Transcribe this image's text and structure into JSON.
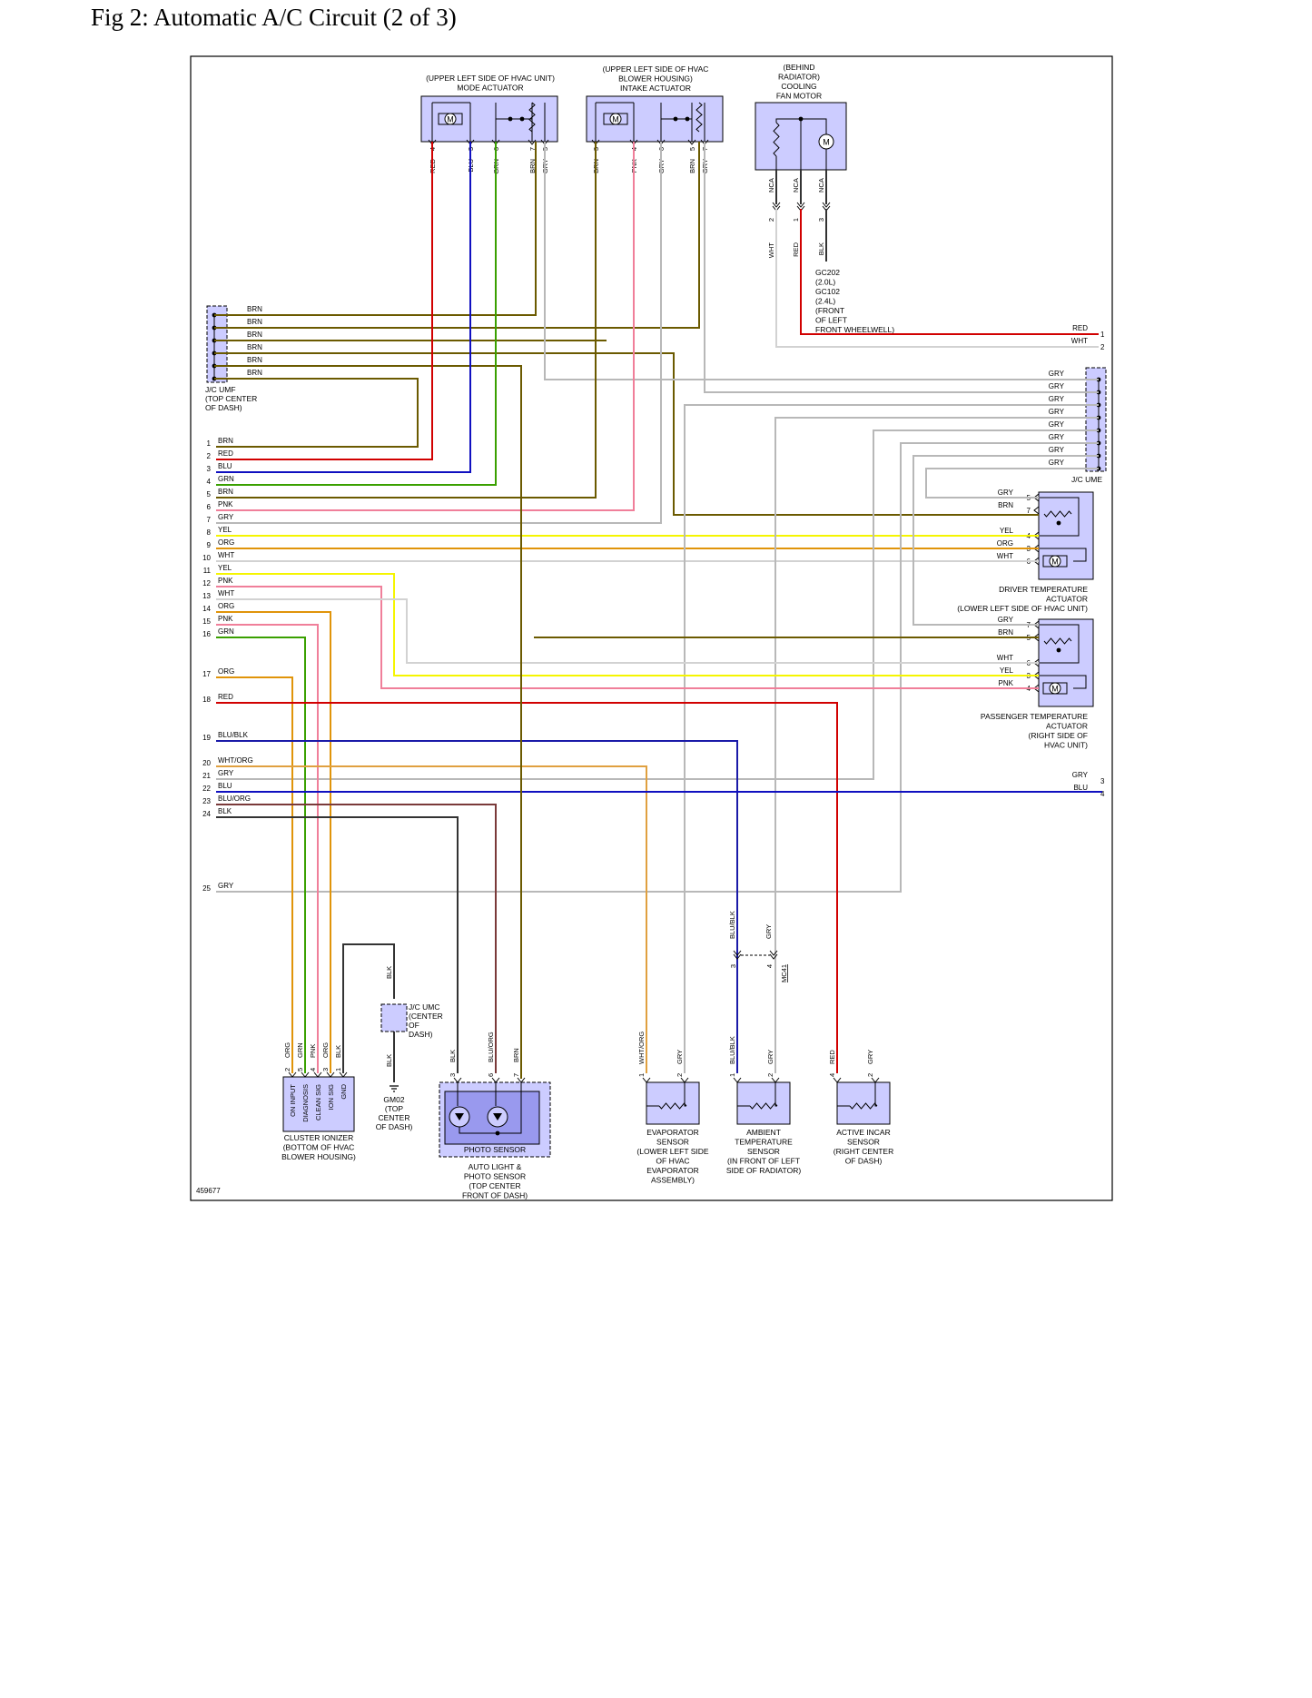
{
  "title": "Fig 2: Automatic A/C Circuit (2 of 3)",
  "figure_id": "459677",
  "colors": {
    "BRN": "#6b5a00",
    "RED": "#d10000",
    "BLU": "#1010c0",
    "GRN": "#3aa000",
    "PNK": "#f07f9a",
    "GRY": "#b8b8b8",
    "YEL": "#f5f500",
    "ORG": "#e0940a",
    "WHT": "#d2d2d2",
    "BLK": "#333333",
    "BLU/BLK": "#1a1aa8",
    "WHT/ORG": "#e0a040",
    "BLU/ORG": "#7a3a3a",
    "NCA": "#333333",
    "component_fill": "#ccccff"
  },
  "components": {
    "mode_actuator": [
      "(UPPER LEFT SIDE OF HVAC UNIT)",
      "MODE ACTUATOR"
    ],
    "intake_actuator": [
      "(UPPER LEFT SIDE OF HVAC",
      "BLOWER HOUSING)",
      "INTAKE ACTUATOR"
    ],
    "cooling_fan": [
      "(BEHIND",
      "RADIATOR)",
      "COOLING",
      "FAN MOTOR"
    ],
    "ground_gc": [
      "GC202",
      "(2.0L)",
      "GC102",
      "(2.4L)",
      "(FRONT",
      "OF LEFT",
      "FRONT WHEELWELL)"
    ],
    "jc_umf": [
      "J/C UMF",
      "(TOP CENTER",
      "OF DASH)"
    ],
    "jc_ume": [
      "J/C UME"
    ],
    "driver_temp": [
      "DRIVER TEMPERATURE",
      "ACTUATOR",
      "(LOWER LEFT SIDE OF HVAC UNIT)"
    ],
    "pass_temp": [
      "PASSENGER TEMPERATURE",
      "ACTUATOR",
      "(RIGHT SIDE OF",
      "HVAC UNIT)"
    ],
    "jc_umc": [
      "J/C UMC",
      "(CENTER",
      "OF",
      "DASH)"
    ],
    "gm02": [
      "GM02",
      "(TOP",
      "CENTER",
      "OF DASH)"
    ],
    "cluster_ionizer": [
      "CLUSTER IONIZER",
      "(BOTTOM OF HVAC",
      "BLOWER HOUSING)"
    ],
    "cluster_pins": [
      "ON INPUT",
      "DIAGNOSIS",
      "CLEAN SIG",
      "ION SIG",
      "GND"
    ],
    "photo_sensor_inner": [
      "PHOTO SENSOR"
    ],
    "auto_light": [
      "AUTO LIGHT &",
      "PHOTO SENSOR",
      "(TOP CENTER",
      "FRONT OF DASH)"
    ],
    "evap_sensor": [
      "EVAPORATOR",
      "SENSOR",
      "(LOWER LEFT SIDE",
      "OF HVAC",
      "EVAPORATOR",
      "ASSEMBLY)"
    ],
    "ambient_sensor": [
      "AMBIENT",
      "TEMPERATURE",
      "SENSOR",
      "(IN FRONT OF LEFT",
      "SIDE OF RADIATOR)"
    ],
    "incar_sensor": [
      "ACTIVE INCAR",
      "SENSOR",
      "(RIGHT CENTER",
      "OF DASH)"
    ],
    "mc41": "MC41"
  },
  "left_connector": [
    {
      "n": "1",
      "w": "BRN"
    },
    {
      "n": "2",
      "w": "RED"
    },
    {
      "n": "3",
      "w": "BLU"
    },
    {
      "n": "4",
      "w": "GRN"
    },
    {
      "n": "5",
      "w": "BRN"
    },
    {
      "n": "6",
      "w": "PNK"
    },
    {
      "n": "7",
      "w": "GRY"
    },
    {
      "n": "8",
      "w": "YEL"
    },
    {
      "n": "9",
      "w": "ORG"
    },
    {
      "n": "10",
      "w": "WHT"
    },
    {
      "n": "11",
      "w": "YEL"
    },
    {
      "n": "12",
      "w": "PNK"
    },
    {
      "n": "13",
      "w": "WHT"
    },
    {
      "n": "14",
      "w": "ORG"
    },
    {
      "n": "15",
      "w": "PNK"
    },
    {
      "n": "16",
      "w": "GRN"
    },
    {
      "n": "17",
      "w": "ORG"
    },
    {
      "n": "18",
      "w": "RED"
    },
    {
      "n": "19",
      "w": "BLU/BLK"
    },
    {
      "n": "20",
      "w": "WHT/ORG"
    },
    {
      "n": "21",
      "w": "GRY"
    },
    {
      "n": "22",
      "w": "BLU"
    },
    {
      "n": "23",
      "w": "BLU/ORG"
    },
    {
      "n": "24",
      "w": "BLK"
    },
    {
      "n": "25",
      "w": "GRY"
    }
  ],
  "umf_wires": [
    "BRN",
    "BRN",
    "BRN",
    "BRN",
    "BRN",
    "BRN"
  ],
  "ume_wires": [
    "GRY",
    "GRY",
    "GRY",
    "GRY",
    "GRY",
    "GRY",
    "GRY",
    "GRY"
  ],
  "right_connector": [
    {
      "n": "1",
      "w": "RED"
    },
    {
      "n": "2",
      "w": "WHT"
    },
    {
      "n": "3",
      "w": "GRY"
    },
    {
      "n": "4",
      "w": "BLU"
    }
  ],
  "mode_pins": [
    {
      "p": "4",
      "w": "RED"
    },
    {
      "p": "3",
      "w": "BLU"
    },
    {
      "p": "6",
      "w": "GRN"
    },
    {
      "p": "7",
      "w": "BRN"
    },
    {
      "p": "5",
      "w": "GRY"
    }
  ],
  "intake_pins": [
    {
      "p": "3",
      "w": "BRN"
    },
    {
      "p": "4",
      "w": "PNK"
    },
    {
      "p": "6",
      "w": "GRY"
    },
    {
      "p": "5",
      "w": "BRN"
    },
    {
      "p": "7",
      "w": "GRY"
    }
  ],
  "fan_pins": [
    {
      "p": "2",
      "top": "NCA",
      "w": "WHT"
    },
    {
      "p": "1",
      "top": "NCA",
      "w": "RED"
    },
    {
      "p": "3",
      "top": "NCA",
      "w": "BLK"
    }
  ],
  "driver_pins": [
    {
      "p": "5",
      "w": "GRY"
    },
    {
      "p": "7",
      "w": "BRN"
    },
    {
      "p": "4",
      "w": "YEL"
    },
    {
      "p": "3",
      "w": "ORG"
    },
    {
      "p": "6",
      "w": "WHT"
    }
  ],
  "pass_pins": [
    {
      "p": "7",
      "w": "GRY"
    },
    {
      "p": "5",
      "w": "BRN"
    },
    {
      "p": "6",
      "w": "WHT"
    },
    {
      "p": "3",
      "w": "YEL"
    },
    {
      "p": "4",
      "w": "PNK"
    }
  ],
  "cluster_bottom_pins": [
    {
      "p": "2",
      "w": "ORG"
    },
    {
      "p": "5",
      "w": "GRN"
    },
    {
      "p": "4",
      "w": "PNK"
    },
    {
      "p": "3",
      "w": "ORG"
    },
    {
      "p": "1",
      "w": "BLK"
    }
  ],
  "photo_pins": [
    {
      "p": "3",
      "w": "BLK"
    },
    {
      "p": "6",
      "w": "BLU/ORG"
    },
    {
      "p": "7",
      "w": "BRN"
    }
  ],
  "evap_pins": [
    {
      "p": "1",
      "w": "WHT/ORG"
    },
    {
      "p": "2",
      "w": "GRY"
    }
  ],
  "ambient_pins": [
    {
      "p": "1",
      "w": "BLU/BLK"
    },
    {
      "p": "2",
      "w": "GRY"
    }
  ],
  "incar_pins": [
    {
      "p": "4",
      "w": "RED"
    },
    {
      "p": "2",
      "w": "GRY"
    }
  ],
  "mc41_pins": [
    {
      "p": "3",
      "w": "BLU/BLK"
    },
    {
      "p": "4",
      "w": "GRY"
    }
  ],
  "gm02_wire": "BLK"
}
